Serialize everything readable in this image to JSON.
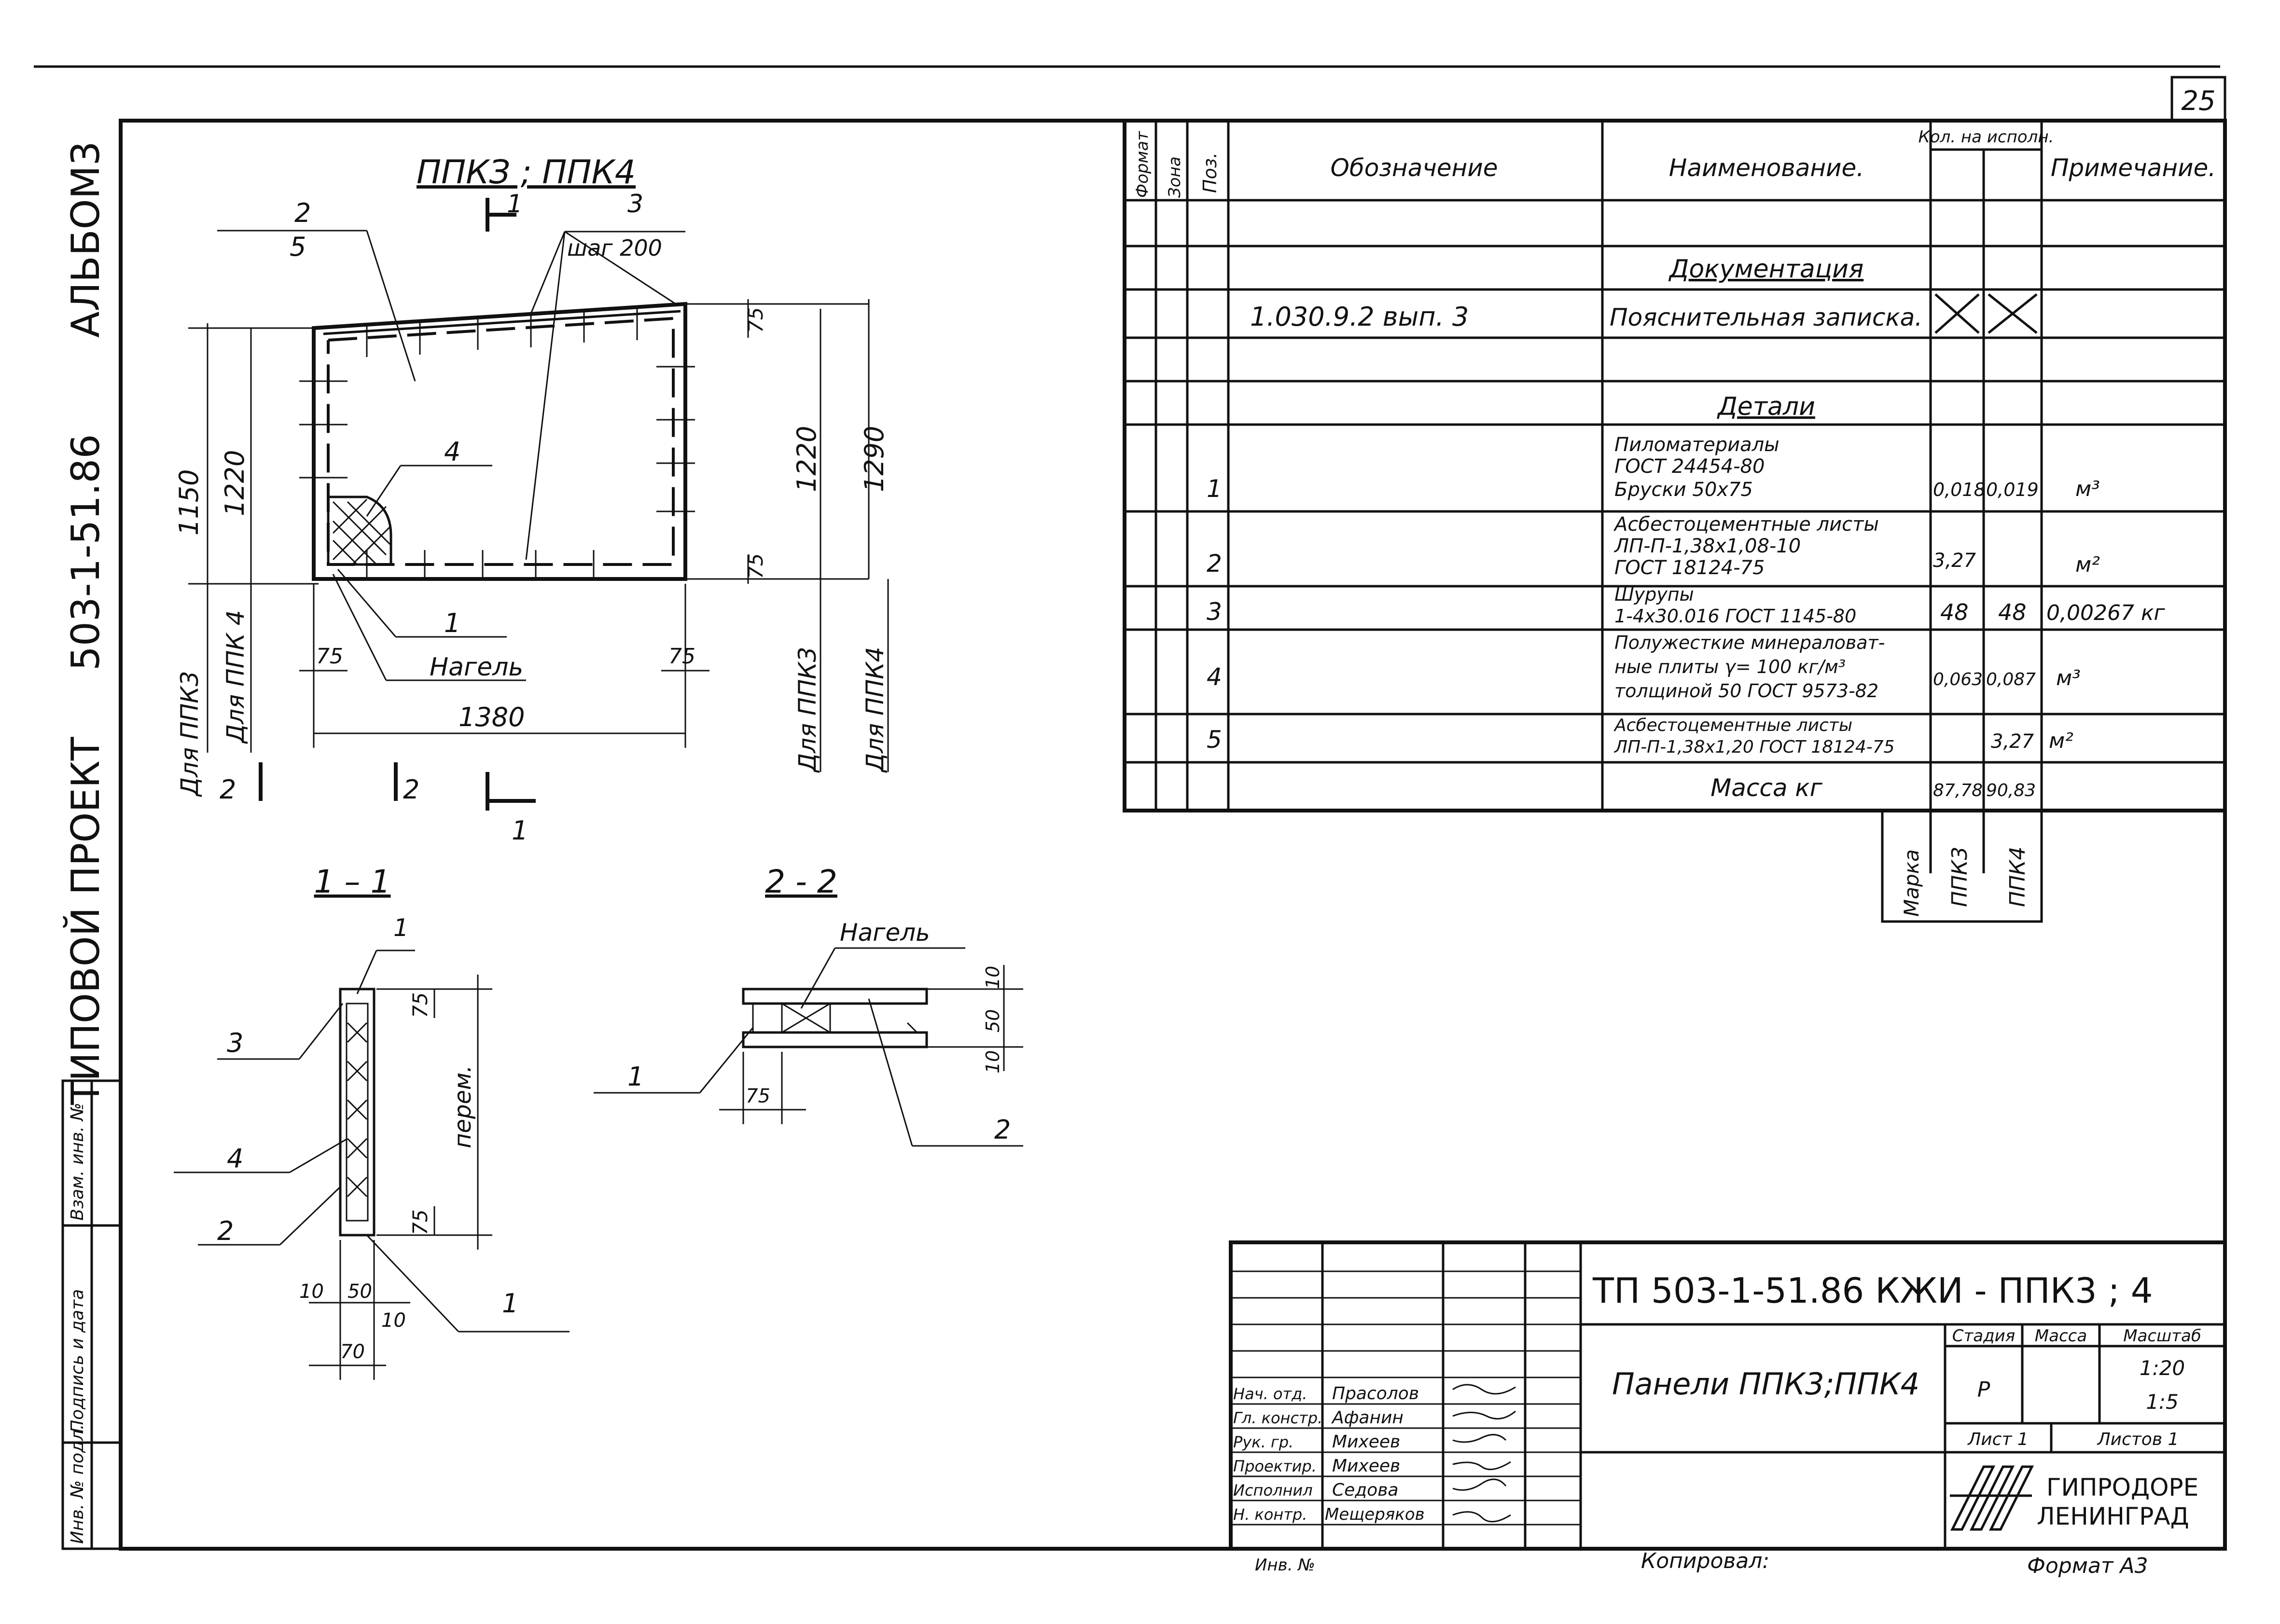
{
  "page_number": "25",
  "side_title": {
    "project": "ТИПОВОЙ ПРОЕКТ",
    "number": "503-1-51.86",
    "album": "АЛЬБОМ3"
  },
  "side_stamp": [
    "Инв. № подл.",
    "Подпись и дата",
    "Взам. инв. №"
  ],
  "drawing": {
    "title": "ППКЗ ; ППК4",
    "section_mark_1": "1",
    "section_mark_2": "2",
    "leader_frac_top": "2",
    "leader_frac_bottom": "5",
    "leader_3": "3",
    "step": "шаг 200",
    "pos_4": "4",
    "pos_1": "1",
    "dowel": "Нагель",
    "dim_1150": "1150",
    "dim_1220_left": "1220",
    "dim_1220_right": "1220",
    "dim_1290": "1290",
    "dim_75_top": "75",
    "dim_75_bot": "75",
    "dim_75_left": "75",
    "dim_75_right": "75",
    "dim_1380": "1380",
    "for_ppk3_left": "Для ППК3",
    "for_ppk4_left": "Для ППК 4",
    "for_ppk3_right": "Для ППК3",
    "for_ppk4_right": "Для ППК4"
  },
  "section11": {
    "title": "1 – 1",
    "p1_top": "1",
    "p3": "3",
    "p4": "4",
    "p2": "2",
    "p1_bot": "1",
    "d75_top": "75",
    "d75_bot": "75",
    "var": "перем.",
    "d10a": "10",
    "d50": "50",
    "d10b": "10",
    "d70": "70"
  },
  "section22": {
    "title": "2 - 2",
    "dowel": "Нагель",
    "p1": "1",
    "p2": "2",
    "d75": "75",
    "d10a": "10",
    "d50": "50",
    "d10b": "10"
  },
  "spec": {
    "headers": {
      "format": "Формат",
      "zone": "Зона",
      "pos": "Поз.",
      "designation": "Обозначение",
      "name": "Наименование.",
      "qty": "Кол. на исполн.",
      "note": "Примечание."
    },
    "section_docs": "Документация",
    "doc_row": {
      "designation": "1.030.9.2    вып. 3",
      "name": "Пояснительная записка."
    },
    "section_details": "Детали",
    "rows": [
      {
        "pos": "1",
        "name": [
          "Пиломатериалы",
          "ГОСТ 24454-80",
          "Бруски 50х75"
        ],
        "q3": "0,018",
        "q4": "0,019",
        "note": "м³"
      },
      {
        "pos": "2",
        "name": [
          "Асбестоцементные листы",
          "ЛП-П-1,38х1,08-10",
          "ГОСТ 18124-75"
        ],
        "q3": "3,27",
        "q4": "",
        "note": "м²"
      },
      {
        "pos": "3",
        "name": [
          "Шурупы",
          "1-4х30.016 ГОСТ 1145-80"
        ],
        "q3": "48",
        "q4": "48",
        "note": "0,00267 кг"
      },
      {
        "pos": "4",
        "name": [
          "Полужесткие минераловат-",
          "ные плиты γ= 100 кг/м³",
          "толщиной 50 ГОСТ 9573-82"
        ],
        "q3": "0,063",
        "q4": "0,087",
        "note": "м³"
      },
      {
        "pos": "5",
        "name": [
          "Асбестоцементные листы",
          "ЛП-П-1,38х1,20 ГОСТ 18124-75"
        ],
        "q3": "",
        "q4": "3,27",
        "note": "м²"
      }
    ],
    "mass_label": "Масса  кг",
    "mass_q3": "87,78",
    "mass_q4": "90,83",
    "mark_label": "Марка",
    "mark_q3": "ППК3",
    "mark_q4": "ППК4"
  },
  "title_block": {
    "code": "ТП 503-1-51.86 КЖИ - ППК3 ; 4",
    "name": "Панели ППК3;ППК4",
    "stage_h": "Стадия",
    "mass_h": "Масса",
    "scale_h": "Масштаб",
    "stage": "Р",
    "scale1": "1:20",
    "scale2": "1:5",
    "sheet": "Лист 1",
    "sheets": "Листов 1",
    "org1": "ГИПРОДОРЕ",
    "org2": "ЛЕНИНГРАД",
    "people": [
      {
        "role": "Нач. отд.",
        "name": "Прасолов"
      },
      {
        "role": "Гл. констр.",
        "name": "Афанин"
      },
      {
        "role": "Рук. гр.",
        "name": "Михеев"
      },
      {
        "role": "Проектир.",
        "name": "Михеев"
      },
      {
        "role": "Исполнил",
        "name": "Седова"
      },
      {
        "role": "Н. контр.",
        "name": "Мещеряков"
      }
    ]
  },
  "footer": {
    "inv": "Инв. №",
    "copied": "Копировал:",
    "format": "Формат А3"
  }
}
